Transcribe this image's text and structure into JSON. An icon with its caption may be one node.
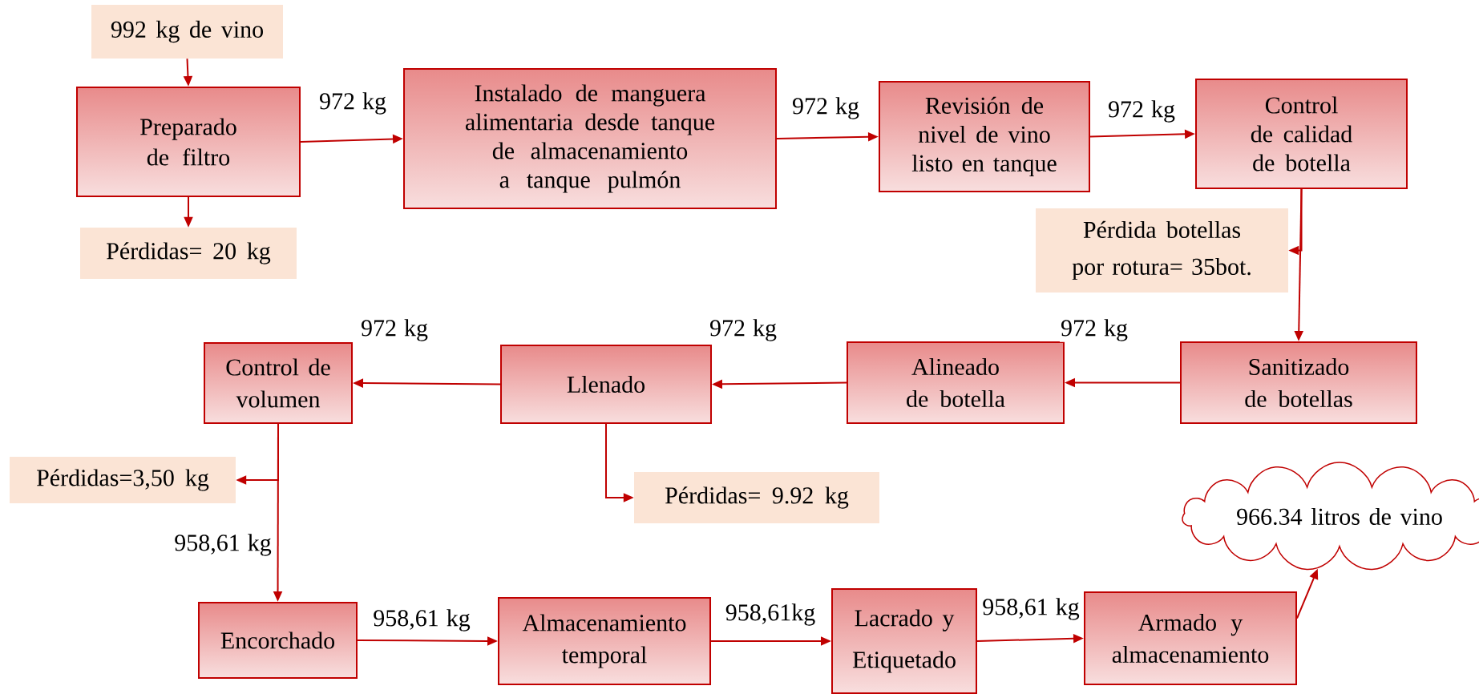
{
  "diagram": {
    "nodes": [
      {
        "text": [
          "992 kg de vino"
        ]
      },
      {
        "text": [
          "Preparado de filtro"
        ]
      },
      {
        "text": [
          "Pérdidas= 20 kg"
        ]
      },
      {
        "text": [
          "Instalado de manguera alimentaria desde tanque de almacenamiento a tanque pulmón"
        ]
      },
      {
        "text": [
          "Revisión de nivel de vino listo en tanque"
        ]
      },
      {
        "text": [
          "Control de calidad de botella"
        ]
      },
      {
        "text": [
          "Pérdida botellas por rotura= 35bot."
        ]
      },
      {
        "text": [
          "Sanitizado de botellas"
        ]
      },
      {
        "text": [
          "Alineado de botella"
        ]
      },
      {
        "text": [
          "Llenado"
        ]
      },
      {
        "text": [
          "Control de volumen"
        ]
      },
      {
        "text": [
          "Pérdidas=3,50 kg"
        ]
      },
      {
        "text": [
          "Pérdidas= 9.92 kg"
        ]
      },
      {
        "text": [
          "966.34 litros de vino"
        ]
      },
      {
        "text": [
          "Encorchado"
        ]
      },
      {
        "text": [
          "Almacenamiento temporal"
        ]
      },
      {
        "text": [
          "Lacrado y Etiquetado"
        ]
      },
      {
        "text": [
          "Armado y almacenamiento"
        ]
      }
    ],
    "edges": [
      {
        "from": 0,
        "to": 1,
        "arrow": "to"
      },
      {
        "from": 1,
        "to": 3,
        "arrow": "to",
        "label": "972 kg"
      },
      {
        "from": 1,
        "to": 2,
        "arrow": "to"
      },
      {
        "from": 3,
        "to": 4,
        "arrow": "to",
        "label": "972 kg"
      },
      {
        "from": 4,
        "to": 5,
        "arrow": "to",
        "label": "972 kg"
      },
      {
        "from": 5,
        "to": 6,
        "arrow": "to"
      },
      {
        "from": 5,
        "to": 7,
        "arrow": "to"
      },
      {
        "from": 7,
        "to": 8,
        "arrow": "to",
        "label": "972 kg"
      },
      {
        "from": 8,
        "to": 9,
        "arrow": "to",
        "label": "972 kg"
      },
      {
        "from": 9,
        "to": 10,
        "arrow": "to",
        "label": "972 kg"
      },
      {
        "from": 9,
        "to": 12,
        "arrow": "to"
      },
      {
        "from": 10,
        "to": 11,
        "arrow": "to"
      },
      {
        "from": 10,
        "to": 14,
        "arrow": "to",
        "label": "958,61 kg"
      },
      {
        "from": 14,
        "to": 15,
        "arrow": "to",
        "label": "958,61 kg"
      },
      {
        "from": 15,
        "to": 16,
        "arrow": "to",
        "label": "958,61kg"
      },
      {
        "from": 16,
        "to": 17,
        "arrow": "to",
        "label": "958,61 kg"
      },
      {
        "from": 17,
        "to": 13,
        "arrow": "to"
      }
    ]
  }
}
